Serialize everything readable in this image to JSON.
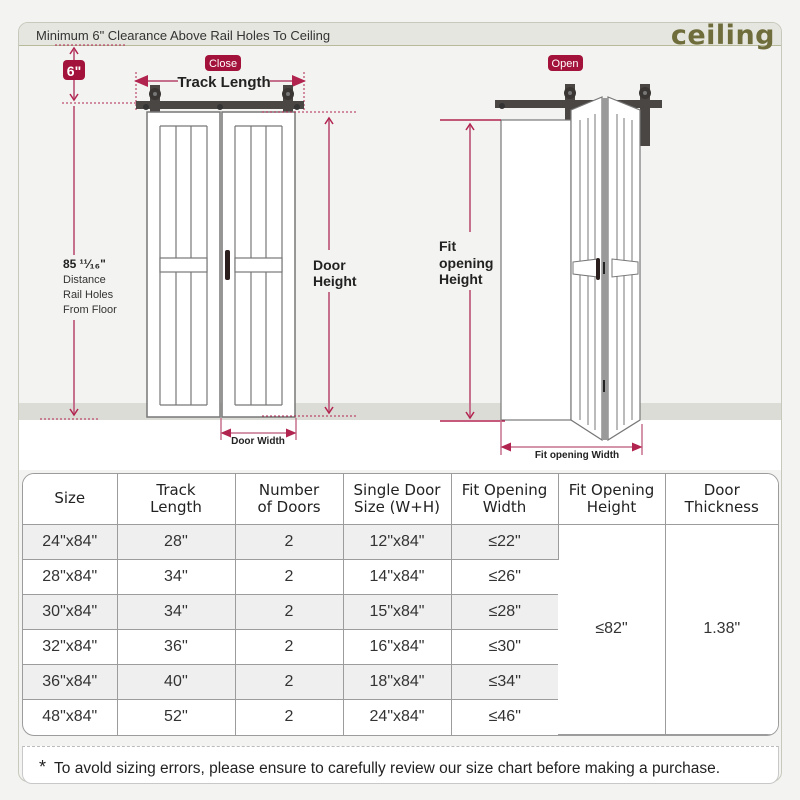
{
  "header": {
    "clearance_note": "Minimum  6\" Clearance Above Rail Holes To Ceiling",
    "ceiling_label": "ceiling"
  },
  "close_diagram": {
    "badge": "Close",
    "clearance_badge": "6\"",
    "track_length_label": "Track Length",
    "distance_value": "85 ¹¹⁄₁₆\"",
    "distance_lines": [
      "Distance",
      "Rail Holes",
      "From Floor"
    ],
    "door_height_lines": [
      "Door",
      "Height"
    ],
    "door_width_label": "Door Width"
  },
  "open_diagram": {
    "badge": "Open",
    "fit_height_lines": [
      "Fit",
      "opening",
      "Height"
    ],
    "fit_width_label": "Fit opening Width"
  },
  "colors": {
    "accent": "#a3123a",
    "dimension_line": "#c5718d",
    "hardware": "#4a4644",
    "ceiling_text": "#6e6d3b",
    "floor": "#dcdcd6"
  },
  "table": {
    "headers": [
      [
        "Size"
      ],
      [
        "Track",
        "Length"
      ],
      [
        "Number",
        "of Doors"
      ],
      [
        "Single Door",
        "Size (W+H)"
      ],
      [
        "Fit Opening",
        "Width"
      ],
      [
        "Fit Opening",
        "Height"
      ],
      [
        "Door",
        "Thickness"
      ]
    ],
    "rows": [
      {
        "size": "24\"x84\"",
        "track": "28''",
        "doors": "2",
        "single": "12\"x84\"",
        "fit_width": "≤22\""
      },
      {
        "size": "28\"x84\"",
        "track": "34''",
        "doors": "2",
        "single": "14\"x84\"",
        "fit_width": "≤26\""
      },
      {
        "size": "30\"x84\"",
        "track": "34''",
        "doors": "2",
        "single": "15\"x84\"",
        "fit_width": "≤28\""
      },
      {
        "size": "32\"x84\"",
        "track": "36''",
        "doors": "2",
        "single": "16\"x84\"",
        "fit_width": "≤30\""
      },
      {
        "size": "36\"x84\"",
        "track": "40''",
        "doors": "2",
        "single": "18\"x84\"",
        "fit_width": "≤34\""
      },
      {
        "size": "48\"x84\"",
        "track": "52''",
        "doors": "2",
        "single": "24\"x84\"",
        "fit_width": "≤46\""
      }
    ],
    "fit_height_all": "≤82\"",
    "thickness_all": "1.38\""
  },
  "footnote": {
    "star": "*",
    "text": "To avold sizing errors, please ensure to carefully review our size chart before making a purchase."
  }
}
